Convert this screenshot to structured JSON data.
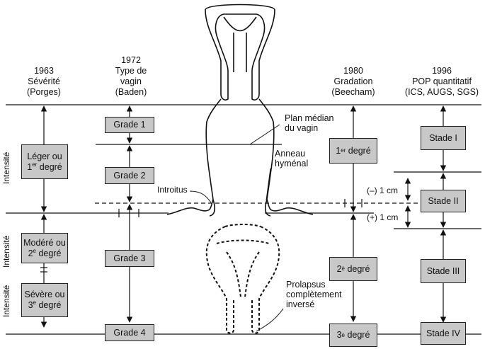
{
  "headers": {
    "col1": [
      "1963",
      "Sévérité",
      "(Porges)"
    ],
    "col2": [
      "1972",
      "Type de",
      "vagin",
      "(Baden)"
    ],
    "col3": [
      "1980",
      "Gradation",
      "(Beecham)"
    ],
    "col4": [
      "1996",
      "POP quantitatif",
      "(ICS, AUGS, SGS)"
    ]
  },
  "vertical_labels": [
    "Intensité",
    "Intensité",
    "Intensité"
  ],
  "porges": {
    "leger": {
      "line1": "Léger ou",
      "num": "1",
      "sup": "er",
      "rest": " degré"
    },
    "modere": {
      "line1": "Modéré ou",
      "num": "2",
      "sup": "e",
      "rest": " degré"
    },
    "severe": {
      "line1": "Sévère ou",
      "num": "3",
      "sup": "e",
      "rest": " degré"
    }
  },
  "baden": [
    "Grade 1",
    "Grade 2",
    "Grade 3",
    "Grade 4"
  ],
  "beecham": [
    {
      "num": "1",
      "sup": "er",
      "rest": " degré"
    },
    {
      "num": "2",
      "sup": "è",
      "rest": " degré"
    },
    {
      "num": "3",
      "sup": "è",
      "rest": " degré"
    }
  ],
  "pop": [
    "Stade I",
    "Stade II",
    "Stade III",
    "Stade IV"
  ],
  "annotations": {
    "plan_median": [
      "Plan médian",
      "du vagin"
    ],
    "anneau": [
      "Anneau",
      "hyménal"
    ],
    "introitus": "Introitus",
    "minus": "(–) 1 cm",
    "plus": "(+) 1 cm",
    "prolapsus": [
      "Prolapsus",
      "complètement",
      "inversé"
    ]
  }
}
